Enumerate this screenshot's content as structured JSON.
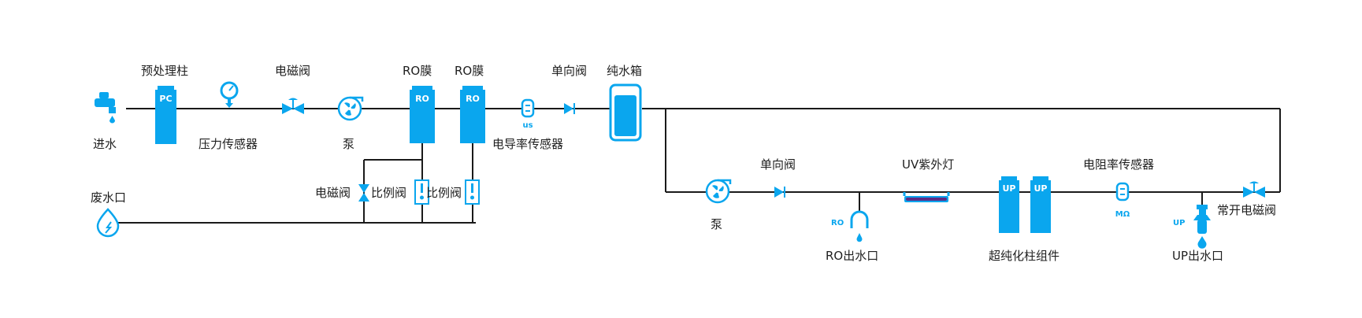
{
  "labels": {
    "inlet": "进水",
    "pretreat": "预处理柱",
    "pressure_sensor": "压力传感器",
    "solenoid_valve_1": "电磁阀",
    "pump_1": "泵",
    "ro1": "RO膜",
    "ro2": "RO膜",
    "conductivity": "电导率传感器",
    "check_valve_1": "单向阀",
    "pure_tank": "纯水箱",
    "waste_outlet": "废水口",
    "solenoid_valve_2": "电磁阀",
    "ratio_valve_1": "比例阀",
    "ratio_valve_2": "比例阀",
    "pump_2": "泵",
    "check_valve_2": "单向阀",
    "ro_outlet": "RO出水口",
    "uv_lamp": "UV紫外灯",
    "ultrapure_columns": "超纯化柱组件",
    "resistivity": "电阻率传感器",
    "up_outlet": "UP出水口",
    "no_solenoid_valve": "常开电磁阀"
  },
  "tags": {
    "pc": "PC",
    "ro": "RO",
    "us": "us",
    "up": "UP",
    "mohm": "MΩ"
  },
  "colors": {
    "accent": "#0aa6ee",
    "pipe": "#1a1a1a",
    "uv": "#5b2d86"
  }
}
